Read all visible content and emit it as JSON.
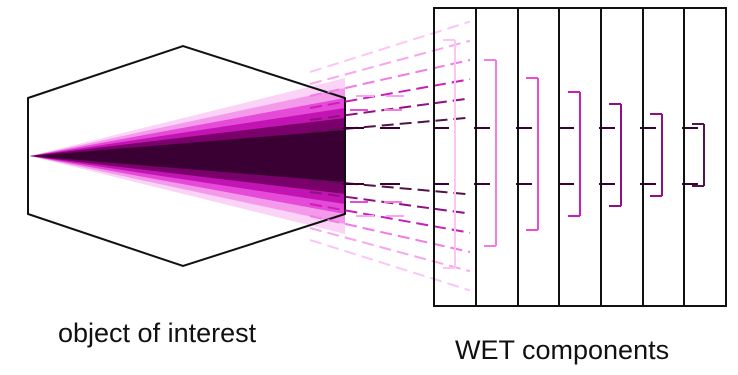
{
  "captions": {
    "object": "object of interest",
    "wet": "WET components"
  },
  "colors": {
    "outline": "#111111",
    "beam_core": "#3a0034",
    "beam_dark": "#7a006c",
    "beam_mid": "#c214b2",
    "beam_light": "#e64ad8",
    "beam_pale": "#f39aeb",
    "beam_faint": "#fbd3f7",
    "stripe_levels": [
      "#fbc6f6",
      "#f7a6ef",
      "#f07ce4",
      "#e44dd4",
      "#c81fb6",
      "#8f1080",
      "#521448"
    ]
  },
  "icons": {
    "hexagon": "hexagon-outline",
    "fan_beam": "fan-beam",
    "wet_plates": "plate-stack",
    "bracket": "bracket-right"
  }
}
